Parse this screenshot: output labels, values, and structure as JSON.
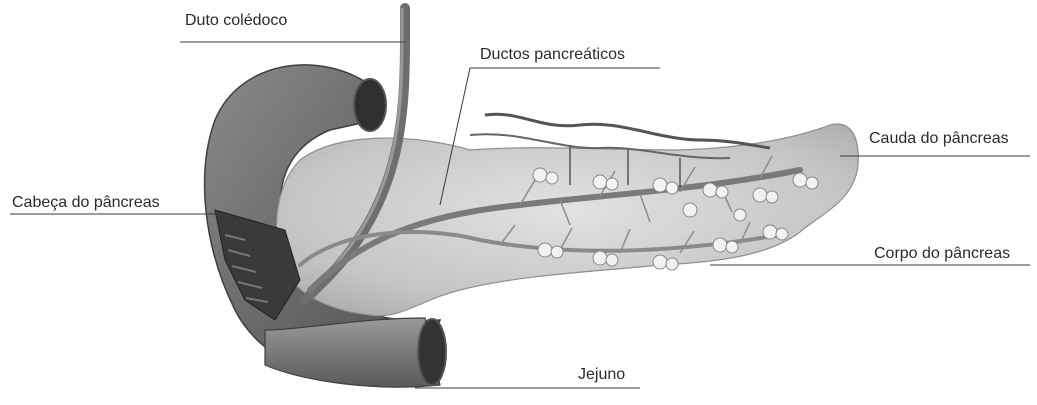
{
  "diagram": {
    "labels": {
      "duto_coledoco": "Duto colédoco",
      "ductos_pancreaticos": "Ductos pancreáticos",
      "cauda_do_pancreas": "Cauda do pâncreas",
      "cabeca_do_pancreas": "Cabeça do pâncreas",
      "corpo_do_pancreas": "Corpo do pâncreas",
      "jejuno": "Jejuno"
    },
    "colors": {
      "duodenum": "#6f6f6f",
      "pancreas": "#c9c9c9",
      "duct": "#8a8a8a",
      "leader_line": "#3a3a3a"
    }
  }
}
